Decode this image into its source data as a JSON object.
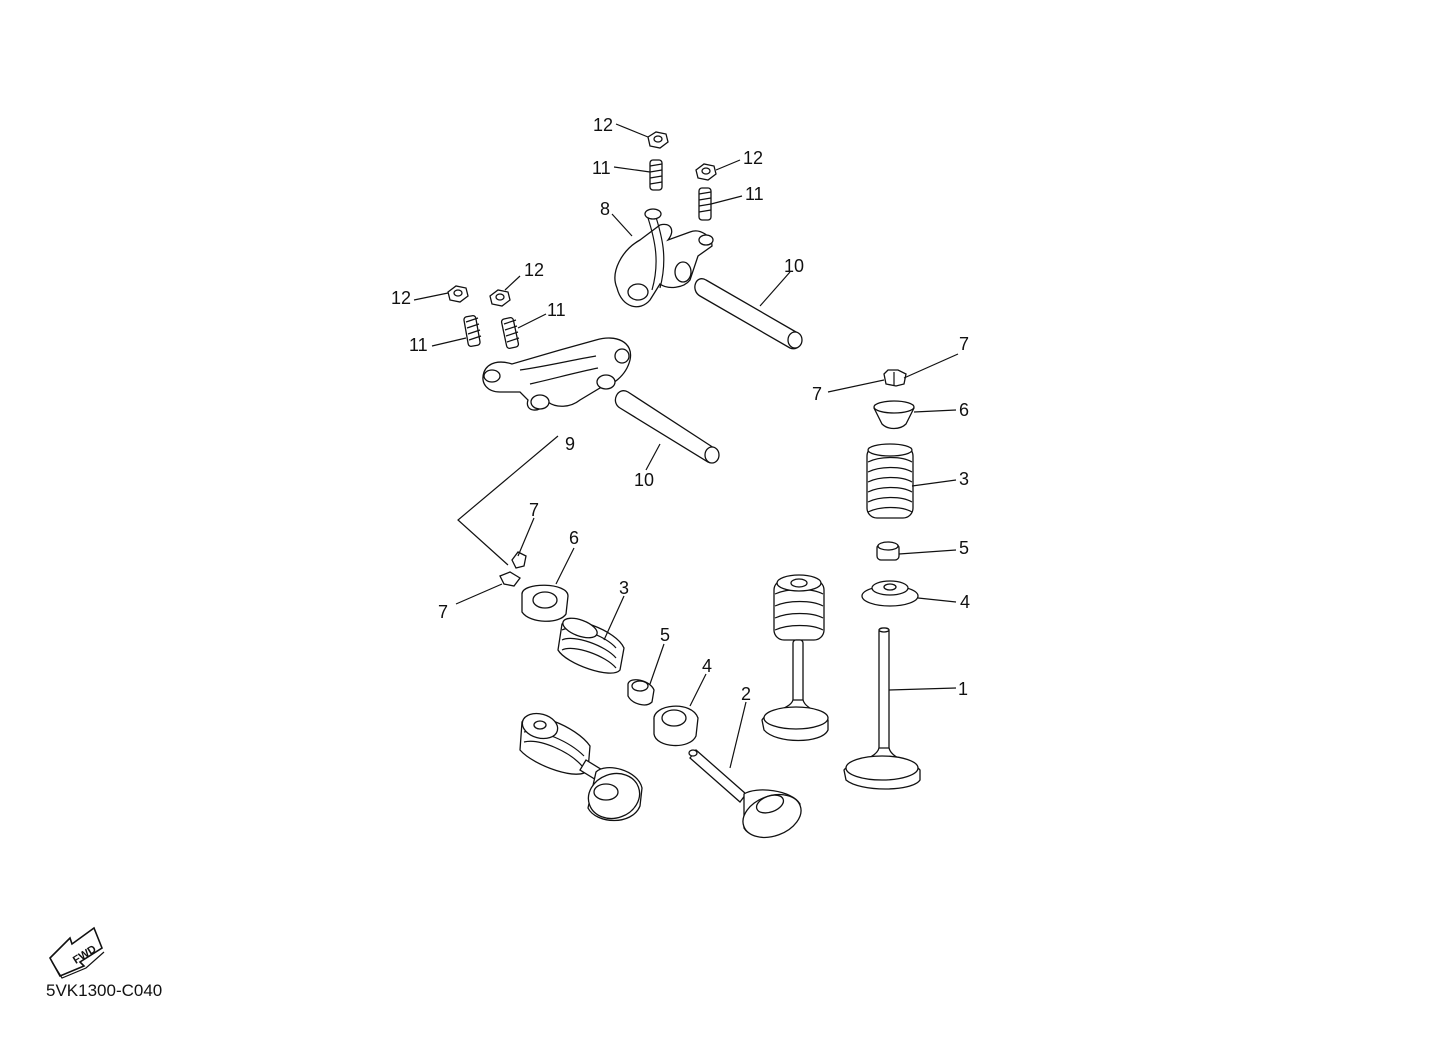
{
  "diagram_code": "5VK1300-C040",
  "direction_marker": "FWD",
  "callouts": [
    {
      "id": "c12a",
      "text": "12"
    },
    {
      "id": "c11a",
      "text": "11"
    },
    {
      "id": "c12b",
      "text": "12"
    },
    {
      "id": "c11b",
      "text": "11"
    },
    {
      "id": "c8",
      "text": "8"
    },
    {
      "id": "c10a",
      "text": "10"
    },
    {
      "id": "c12c",
      "text": "12"
    },
    {
      "id": "c12d",
      "text": "12"
    },
    {
      "id": "c11c",
      "text": "11"
    },
    {
      "id": "c11d",
      "text": "11"
    },
    {
      "id": "c9",
      "text": "9"
    },
    {
      "id": "c10b",
      "text": "10"
    },
    {
      "id": "c7a",
      "text": "7"
    },
    {
      "id": "c7b",
      "text": "7"
    },
    {
      "id": "c6a",
      "text": "6"
    },
    {
      "id": "c3a",
      "text": "3"
    },
    {
      "id": "c5a",
      "text": "5"
    },
    {
      "id": "c4a",
      "text": "4"
    },
    {
      "id": "c1",
      "text": "1"
    },
    {
      "id": "c7c",
      "text": "7"
    },
    {
      "id": "c7d",
      "text": "7"
    },
    {
      "id": "c6b",
      "text": "6"
    },
    {
      "id": "c3b",
      "text": "3"
    },
    {
      "id": "c5b",
      "text": "5"
    },
    {
      "id": "c4b",
      "text": "4"
    },
    {
      "id": "c2",
      "text": "2"
    }
  ]
}
